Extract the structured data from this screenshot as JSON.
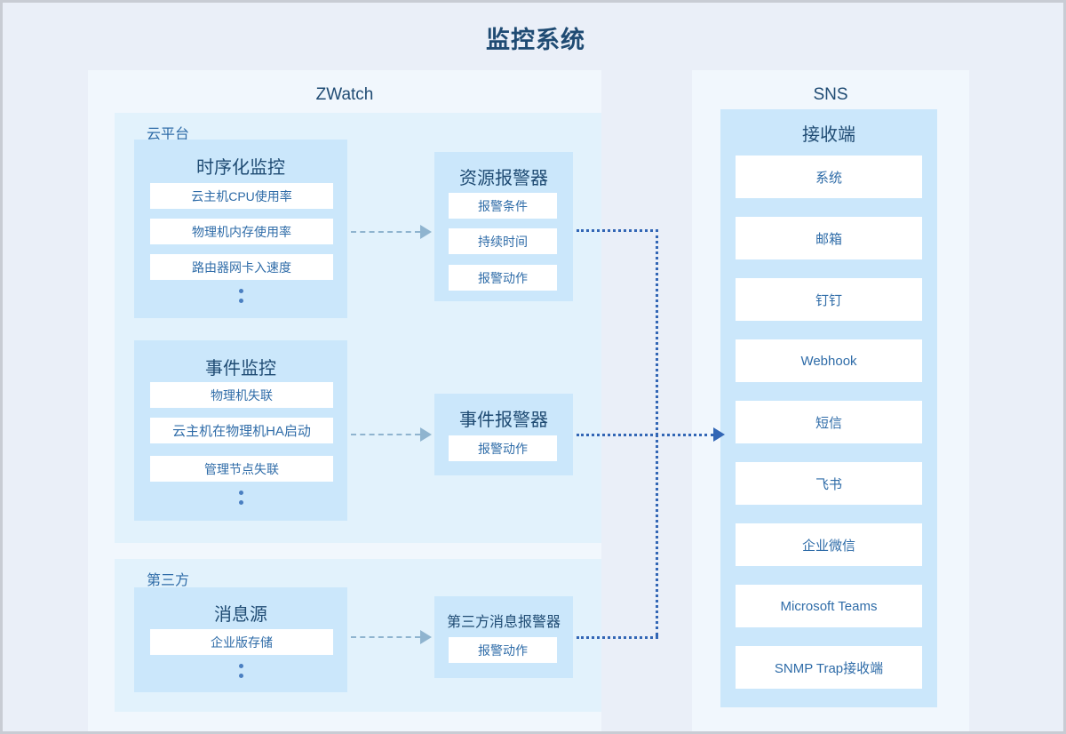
{
  "title": "监控系统",
  "panels": {
    "zwatch": {
      "label": "ZWatch"
    },
    "sns": {
      "label": "SNS"
    }
  },
  "groups": {
    "cloud_platform": {
      "label": "云平台"
    },
    "third_party": {
      "label": "第三方"
    }
  },
  "cards": {
    "timeseries_monitor": {
      "title": "时序化监控",
      "items": [
        "云主机CPU使用率",
        "物理机内存使用率",
        "路由器网卡入速度"
      ],
      "more": "⋮"
    },
    "event_monitor": {
      "title": "事件监控",
      "items": [
        "物理机失联",
        "云主机在物理机HA启动",
        "管理节点失联"
      ],
      "more": "⋮"
    },
    "message_source": {
      "title": "消息源",
      "items": [
        "企业版存储"
      ],
      "more": "⋮"
    },
    "resource_alarm": {
      "title": "资源报警器",
      "items": [
        "报警条件",
        "持续时间",
        "报警动作"
      ]
    },
    "event_alarm": {
      "title": "事件报警器",
      "items": [
        "报警动作"
      ]
    },
    "third_party_alarm": {
      "title": "第三方消息报警器",
      "items": [
        "报警动作"
      ]
    },
    "receiver": {
      "title": "接收端",
      "items": [
        "系统",
        "邮箱",
        "钉钉",
        "Webhook",
        "短信",
        "飞书",
        "企业微信",
        "Microsoft Teams",
        "SNMP Trap接收端"
      ]
    }
  },
  "colors": {
    "page_background": "#eaeff8",
    "panel_background": "#f1f7fd",
    "group_background": "#e2f2fc",
    "card_background": "#cbe7fb",
    "item_background": "#ffffff",
    "title_text": "#1f4b73",
    "item_text": "#2f6ca8",
    "dashed_arrow": "#8fb4cf",
    "dotted_connector": "#3266b5"
  }
}
